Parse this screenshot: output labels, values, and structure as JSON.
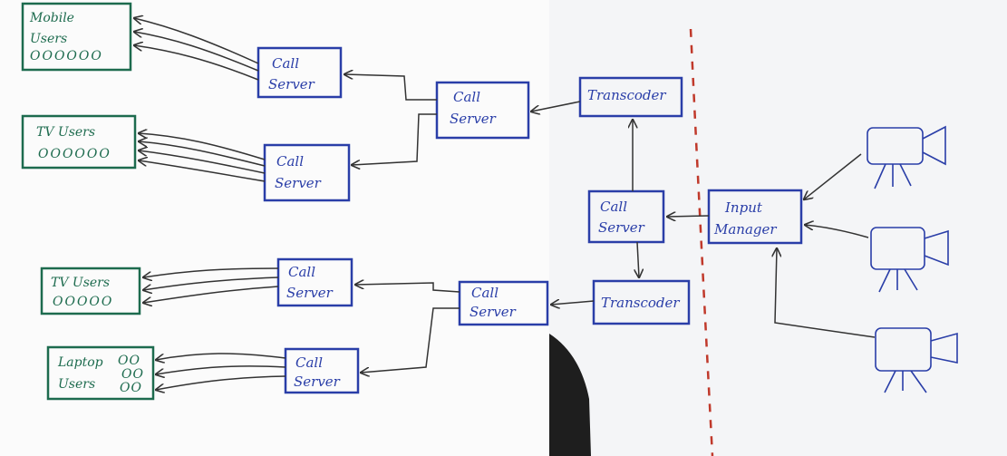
{
  "groups": {
    "mobile": {
      "line1": "Mobile",
      "line2": "Users",
      "dots": "OOOOOO"
    },
    "tv_top": {
      "line1": "TV Users",
      "dots": "OOOOOO"
    },
    "tv_bottom": {
      "line1": "TV Users",
      "dots": "OOOOO"
    },
    "laptop": {
      "line1": "Laptop",
      "line2": "Users",
      "dots1": "OO",
      "dots2": "OO",
      "dots3": "OO"
    }
  },
  "servers": {
    "s1": {
      "line1": "Call",
      "line2": "Server"
    },
    "s2": {
      "line1": "Call",
      "line2": "Server"
    },
    "s3": {
      "line1": "Call",
      "line2": "Server"
    },
    "s4": {
      "line1": "Call",
      "line2": "Server"
    },
    "s5": {
      "line1": "Call",
      "line2": "Server"
    },
    "s6": {
      "line1": "Call",
      "line2": "Server"
    },
    "s7": {
      "line1": "Call",
      "line2": "Server"
    }
  },
  "transcoders": {
    "t1": {
      "label": "Transcoder"
    },
    "t2": {
      "label": "Transcoder"
    }
  },
  "input_manager": {
    "line1": "Input",
    "line2": "Manager"
  },
  "colors": {
    "server_box": "#2a3ea8",
    "user_box": "#1d6b4e",
    "divider": "#c0392b",
    "arrow": "#333333"
  }
}
